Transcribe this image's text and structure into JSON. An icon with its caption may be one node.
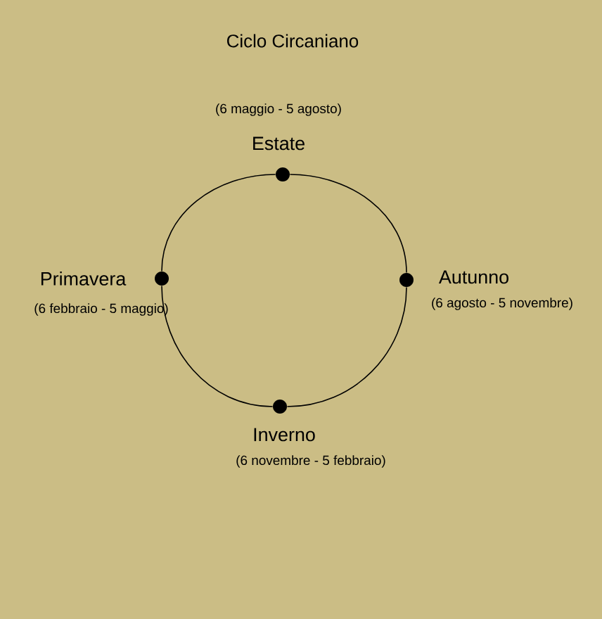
{
  "diagram": {
    "title": "Ciclo Circaniano",
    "nodes": [
      {
        "text": [
          "Estate"
        ],
        "beside": [
          "(6 maggio - 5 agosto)"
        ]
      },
      {
        "text": [
          "Primavera"
        ],
        "beside": [
          "(6 febbraio - 5 maggio)"
        ]
      },
      {
        "text": [
          "Autunno"
        ],
        "beside": [
          "(6 agosto - 5 novembre)"
        ]
      },
      {
        "text": [
          "Inverno"
        ],
        "beside": [
          "(6 novembre - 5 febbraio)"
        ]
      }
    ],
    "edges": [
      {
        "from": 0,
        "to": 2,
        "arrow": "none"
      },
      {
        "from": 2,
        "to": 3,
        "arrow": "none"
      },
      {
        "from": 3,
        "to": 1,
        "arrow": "none"
      },
      {
        "from": 1,
        "to": 0,
        "arrow": "none"
      }
    ]
  }
}
